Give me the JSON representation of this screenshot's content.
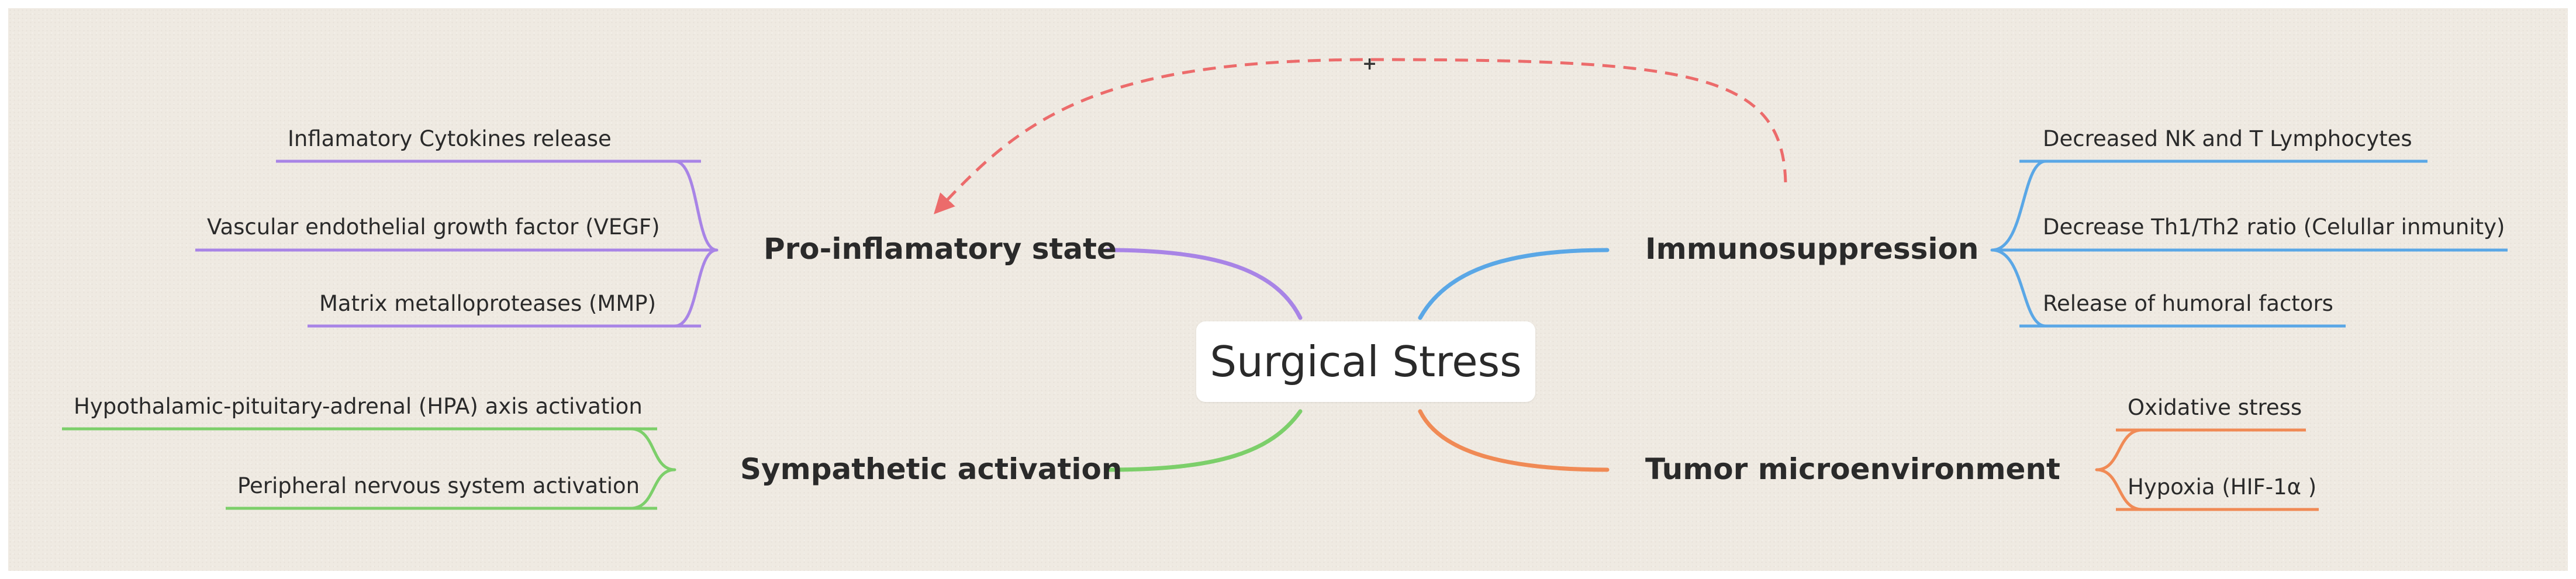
{
  "center": {
    "label": "Surgical Stress"
  },
  "feedback": {
    "label": "+",
    "color": "#ec6b6b"
  },
  "branches": {
    "pro_inflammatory": {
      "label": "Pro-inflamatory state",
      "color": "#a884e6",
      "leaves": [
        "Inflamatory Cytokines release",
        "Vascular endothelial growth factor (VEGF)",
        "Matrix metalloproteases (MMP)"
      ]
    },
    "sympathetic": {
      "label": "Sympathetic activation",
      "color": "#7ccf6a",
      "leaves": [
        "Hypothalamic-pituitary-adrenal (HPA) axis activation",
        "Peripheral nervous system activation"
      ]
    },
    "immunosuppression": {
      "label": "Immunosuppression",
      "color": "#5aa7e6",
      "leaves": [
        "Decreased NK and T Lymphocytes",
        "Decrease Th1/Th2 ratio (Celullar inmunity)",
        "Release of humoral factors"
      ]
    },
    "tumor": {
      "label": "Tumor microenvironment",
      "color": "#f08a55",
      "leaves": [
        "Oxidative stress",
        "Hypoxia (HIF-1α )"
      ]
    }
  }
}
